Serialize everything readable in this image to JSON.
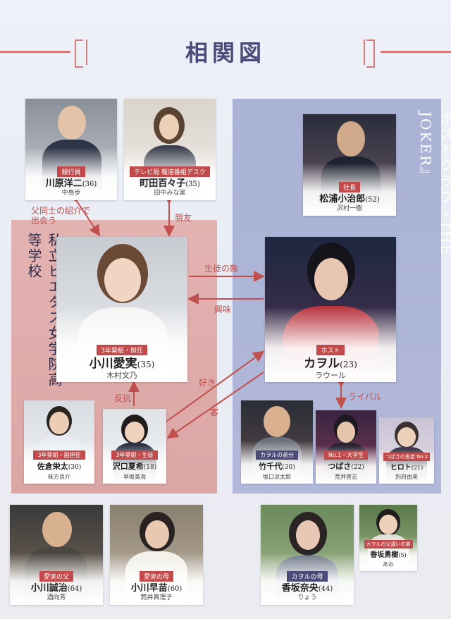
{
  "title": "相関図",
  "groups": {
    "school": "私立ピエタス女学院高等学校",
    "club": "ホストクラブ『THE JOKER』"
  },
  "relations": {
    "kawahara_aimi": "父同士の紹介で出会う",
    "machida_aimi": "親友",
    "aimi_to_kaworu": "生徒の敵",
    "kaworu_to_aimi": "興味",
    "natsuki_to_kaworu": "好き",
    "kaworu_to_natsuki": "客",
    "natsuki_to_aimi": "反抗",
    "kaworu_rival": "ライバル"
  },
  "characters": {
    "kawahara": {
      "role": "銀行員",
      "name": "川原洋二",
      "age": "(36)",
      "actor": "中島歩"
    },
    "machida": {
      "role": "テレビ局 報道番組デスク",
      "name": "町田百々子",
      "age": "(35)",
      "actor": "田中みな実"
    },
    "matsuura": {
      "role": "社長",
      "name": "松浦小治郎",
      "age": "(52)",
      "actor": "沢村一樹"
    },
    "aimi": {
      "role": "3年葵組・担任",
      "name": "小川愛実",
      "age": "(35)",
      "actor": "木村文乃"
    },
    "kaworu": {
      "role": "ホスト",
      "name": "カヲル",
      "age": "(23)",
      "actor": "ラウール"
    },
    "sakura": {
      "role": "3年葵組・副担任",
      "name": "佐倉栄太",
      "age": "(30)",
      "actor": "味方良介"
    },
    "natsuki": {
      "role": "3年葵組・生徒",
      "name": "沢口夏希",
      "age": "(18)",
      "actor": "早坂美海"
    },
    "takechiyo": {
      "role": "カヲルの弟分",
      "name": "竹千代",
      "age": "(30)",
      "actor": "坂口涼太郎"
    },
    "tsubasa": {
      "role": "No.1・大学生",
      "name": "つばさ",
      "age": "(22)",
      "actor": "荒井啓志"
    },
    "hiroto": {
      "role": "つばさの舎弟 No.2",
      "name": "ヒロト",
      "age": "(21)",
      "actor": "別府由来"
    },
    "seiji": {
      "role": "愛実の父",
      "name": "小川誠治",
      "age": "(64)",
      "actor": "酒向芳"
    },
    "sanae": {
      "role": "愛実の母",
      "name": "小川早苗",
      "age": "(60)",
      "actor": "筒井真理子"
    },
    "nao": {
      "role": "カヲルの母",
      "name": "香坂奈央",
      "age": "(44)",
      "actor": "りょう"
    },
    "yuki": {
      "role": "カヲルの父違いの弟",
      "name": "香坂勇樹",
      "age": "(5)",
      "actor": "あお"
    }
  },
  "colors": {
    "red": "#c0504d",
    "navy": "#4d4a7a"
  }
}
